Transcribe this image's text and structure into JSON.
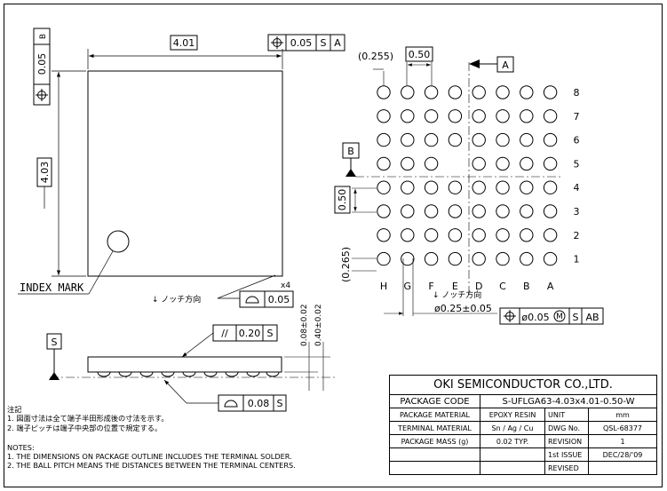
{
  "dims": {
    "width": "4.01",
    "height": "4.03",
    "flatness_tol": "0.05",
    "pos_tol_s": "0.05",
    "pos_tol_s_ref1": "S",
    "pos_tol_s_ref2": "A",
    "pos_tol_b": "0.05",
    "pos_tol_b_ref": "B",
    "edge_offset_top": "(0.255)",
    "pitch_top": "0.50",
    "pitch_left": "0.50",
    "edge_offset_bottom": "(0.265)",
    "parallel_tol": "0.20",
    "parallel_ref": "S",
    "ball_height": "0.08±0.02",
    "total_height": "0.40±0.02",
    "coplanarity": "0.08",
    "coplanarity_ref": "S",
    "ball_diameter": "ø0.25±0.05",
    "ball_pos_tol": "ø0.05",
    "ball_pos_mod": "M",
    "ball_pos_ref1": "S",
    "ball_pos_ref2": "AB",
    "multiplier": "x4"
  },
  "labels": {
    "index_mark": "INDEX MARK",
    "notch_dir_1": "↓  ノッチ方向",
    "notch_dir_2": "↓  ノッチ方向",
    "datum_a": "A",
    "datum_b": "B",
    "datum_s": "S"
  },
  "grid": {
    "columns": [
      "H",
      "G",
      "F",
      "E",
      "D",
      "C",
      "B",
      "A"
    ],
    "rows": [
      "8",
      "7",
      "6",
      "5",
      "4",
      "3",
      "2",
      "1"
    ]
  },
  "notes_jp": {
    "title": "注記",
    "line1": "1. 図面寸法は全て端子半田形成後の寸法を示す。",
    "line2": "2. 端子ピッチは端子中央部の位置で規定する。"
  },
  "notes": {
    "title": "NOTES:",
    "line1": "1. THE DIMENSIONS ON PACKAGE OUTLINE INCLUDES THE TERMINAL  SOLDER.",
    "line2": "2. THE BALL PITCH MEANS THE DISTANCES BETWEEN THE TERMINAL CENTERS."
  },
  "titleblock": {
    "company": "OKI SEMICONDUCTOR CO.,LTD.",
    "package_code_label": "PACKAGE CODE",
    "package_code": "S-UFLGA63-4.03x4.01-0.50-W",
    "package_material_label": "PACKAGE MATERIAL",
    "package_material": "EPOXY RESIN",
    "unit_label": "UNIT",
    "unit": "mm",
    "terminal_material_label": "TERMINAL  MATERIAL",
    "terminal_material": "Sn / Ag / Cu",
    "dwg_label": "DWG No.",
    "dwg": "QSL-68377",
    "mass_label": "PACKAGE MASS (g)",
    "mass": "0.02  TYP.",
    "revision_label": "REVISION",
    "revision": "1",
    "first_issue_label": "1st ISSUE",
    "first_issue": "DEC/28/'09",
    "revised_label": "REVISED",
    "revised": ""
  }
}
